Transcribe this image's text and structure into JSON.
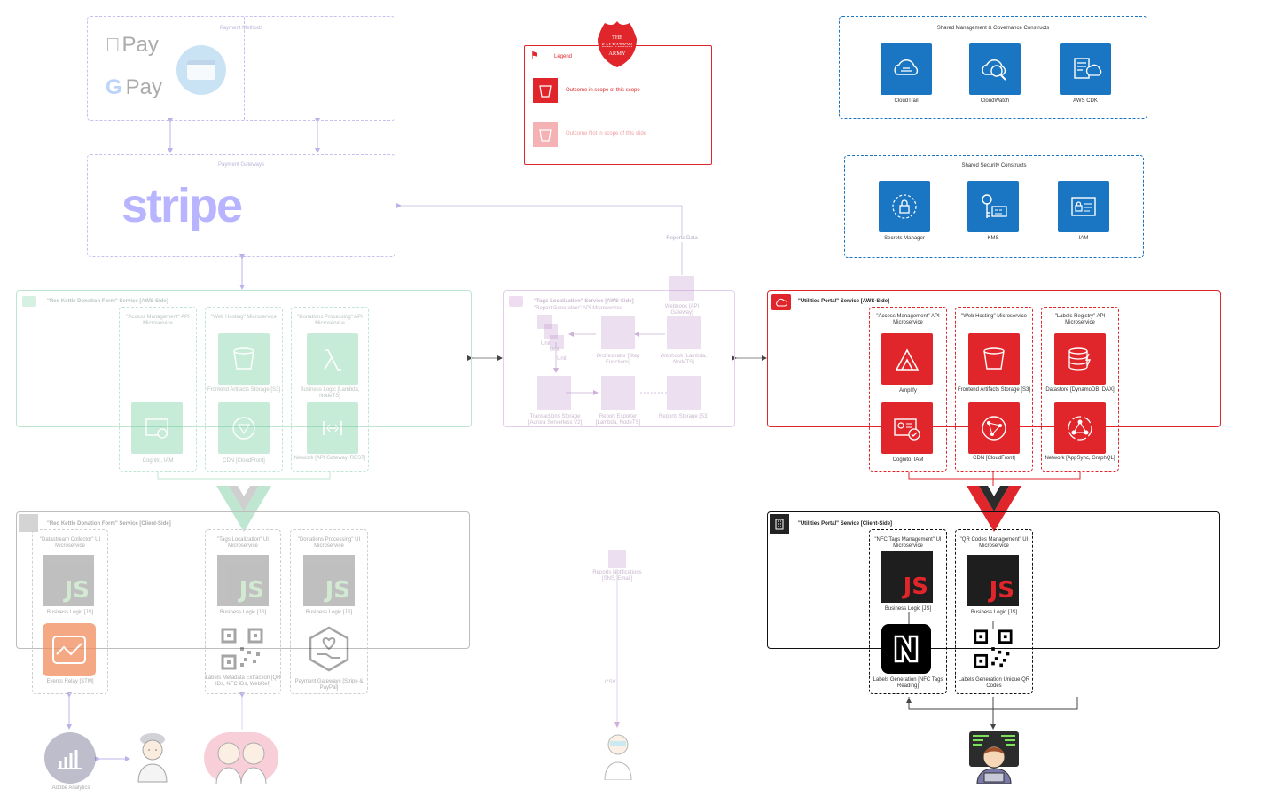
{
  "payment": {
    "methods_title": "Payment Methods",
    "apple_pay": "Pay",
    "google_pay": "Pay",
    "gateways_title": "Payment Gateways",
    "stripe": "stripe"
  },
  "brand": {
    "logo_text": "THE SALVATION ARMY"
  },
  "legend": {
    "title": "Legend",
    "in_scope": "Outcome in scope of this scope",
    "out_scope": "Outcome Not in scope of this slide"
  },
  "governance": {
    "title": "Shared Management & Governance Constructs",
    "items": [
      "CloudTrail",
      "CloudWatch",
      "AWS CDK"
    ]
  },
  "security": {
    "title": "Shared Security Constructs",
    "items": [
      "Secrets Manager",
      "KMS",
      "IAM"
    ]
  },
  "reports_data": "Reports Data",
  "red_kettle_aws": {
    "title": "\"Red Kettle Donation Form\" Service [AWS-Side]",
    "access_mgmt": "\"Access Management\" API Microservice",
    "web_hosting": "\"Web Hosting\" Microservice",
    "donations": "\"Donations Processing\" API Microservice",
    "s3": "Frontend Artifacts Storage [S3]",
    "lambda": "Business Logic [Lambda, NodeTS]",
    "cognito": "Cognito, IAM",
    "cdn": "CDN [CloudFront]",
    "network": "Network [API Gateway, REST]"
  },
  "tags_aws": {
    "title": "\"Tags Localization\" Service [AWS-Side]",
    "subtitle": "\"Report Generation\" API Microservice",
    "webhook": "Webhook [API Gateway]",
    "orchestrator": "Orchestrator [Step Functions]",
    "webhook_lambda": "Webhook [Lambda, NodeTS]",
    "transactions": "Transactions Storage [Aurora Serverless V2]",
    "report_exporter": "Report Exporter [Lambda, NodeTS]",
    "reports_storage": "Reports Storage [S3]",
    "unit1": "Unit",
    "unit2": "Unit",
    "unit3": "Unit"
  },
  "utilities_aws": {
    "title": "\"Utilities Portal\" Service [AWS-Side]",
    "access_mgmt": "\"Access Management\" API Microservice",
    "web_hosting": "\"Web Hosting\" Microservice",
    "labels_registry": "\"Labels Registry\" API Microservice",
    "amplify": "Amplify",
    "s3": "Frontend Artifacts Storage [S3]",
    "datastore": "Datastore [DynamoDB, DAX]",
    "cognito": "Cognito, IAM",
    "cdn": "CDN [CloudFront]",
    "network": "Network [AppSync, GraphQL]"
  },
  "red_kettle_client": {
    "title": "\"Red Kettle Donation Form\" Service [Client-Side]",
    "collector": "\"Datastream Collector\" UI Microservice",
    "tags_loc": "\"Tags Localization\" UI Microservice",
    "donations_ui": "\"Donations Processing\" UI Microservice",
    "js": "JS",
    "logic1": "Business Logic [JS]",
    "logic2": "Business Logic [JS]",
    "logic3": "Business Logic [JS]",
    "events": "Events Relay [STM]",
    "labels": "Labels Metadata Extraction [QR IDs, NFC IDs, WebRef]",
    "gateways": "Payment Gateways [Stripe & PayPal]"
  },
  "notifications": "Reports Notifications [SNS, Email]",
  "csv": "CSV",
  "utilities_client": {
    "title": "\"Utilities Portal\" Service [Client-Side]",
    "nfc": "\"NFC Tags Management\" UI Microservice",
    "qr": "\"QR Codes Management\" UI Microservice",
    "js": "JS",
    "logic1": "Business Logic [JS]",
    "logic2": "Business Logic [JS]",
    "nfc_gen": "Labels Generation [NFC Tags Reading]",
    "qr_gen": "Labels Generation Unique QR Codes"
  },
  "adobe": "Adobe Analytics",
  "colors": {
    "aws_blue": "#1a76c2",
    "red": "#e0262b",
    "green": "#5fc78e",
    "purple": "#b585c4",
    "lavender": "#8f88d8"
  }
}
